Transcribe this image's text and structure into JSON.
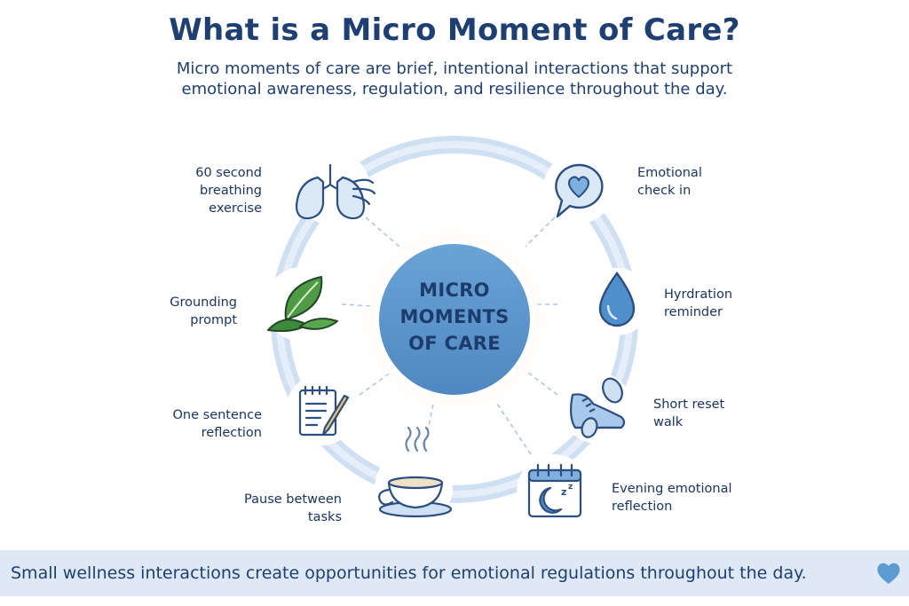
{
  "header": {
    "title": "What is a Micro Moment of Care?",
    "subtitle": "Micro moments of care are brief, intentional interactions that support emotional awareness, regulation, and resilience throughout the day."
  },
  "center": {
    "line1": "MICRO",
    "line2": "MOMENTS",
    "line3": "OF CARE"
  },
  "items": [
    {
      "label_line1": "60 second",
      "label_line2": "breathing",
      "label_line3": "exercise",
      "icon": "lungs-icon"
    },
    {
      "label_line1": "Emotional",
      "label_line2": "check in",
      "icon": "heart-speech-bubble-icon"
    },
    {
      "label_line1": "Grounding",
      "label_line2": "prompt",
      "icon": "leaf-icon"
    },
    {
      "label_line1": "Hyrdration",
      "label_line2": "reminder",
      "icon": "water-drop-icon"
    },
    {
      "label_line1": "One sentence",
      "label_line2": "reflection",
      "icon": "notepad-pencil-icon"
    },
    {
      "label_line1": "Short reset",
      "label_line2": "walk",
      "icon": "sneaker-icon"
    },
    {
      "label_line1": "Pause between",
      "label_line2": "tasks",
      "icon": "tea-cup-icon"
    },
    {
      "label_line1": "Evening emotional",
      "label_line2": "reflection",
      "icon": "moon-calendar-icon"
    }
  ],
  "footer": {
    "text": "Small wellness interactions create opportunities for emotional regulations throughout the day.",
    "icon": "heart-icon"
  },
  "colors": {
    "title": "#1e3f73",
    "center_circle": "#5b95c9",
    "ring": "#c9dcf0",
    "footer_bar": "#dfe8f5",
    "accent_blue": "#3f7bbf"
  }
}
